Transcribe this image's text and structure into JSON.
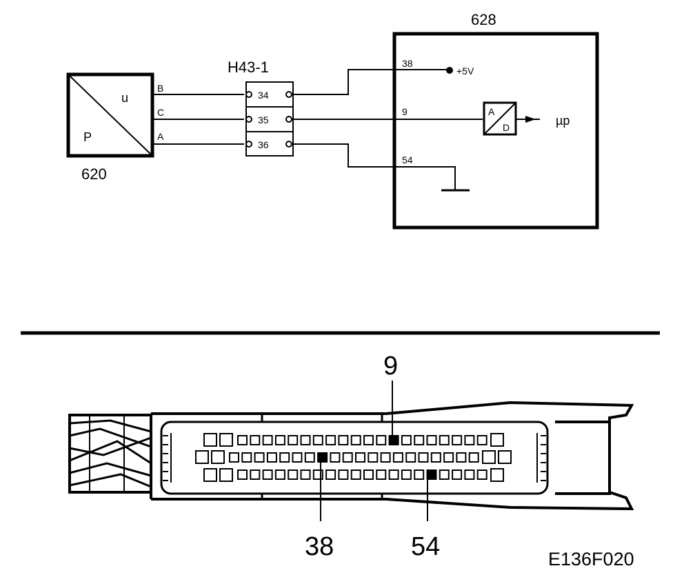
{
  "sensor": {
    "id": "620",
    "letter_u": "u",
    "letter_p": "P"
  },
  "wires": [
    "B",
    "C",
    "A"
  ],
  "connector": {
    "id": "H43-1",
    "pins": [
      "34",
      "35",
      "36"
    ]
  },
  "ecu": {
    "id": "628",
    "pins": [
      "38",
      "9",
      "54"
    ],
    "supply": "+5V",
    "adc_a": "A",
    "adc_d": "D",
    "output": "µp"
  },
  "bottom": {
    "pin_labels": [
      "9",
      "38",
      "54"
    ]
  },
  "figure_code": "E136F020"
}
